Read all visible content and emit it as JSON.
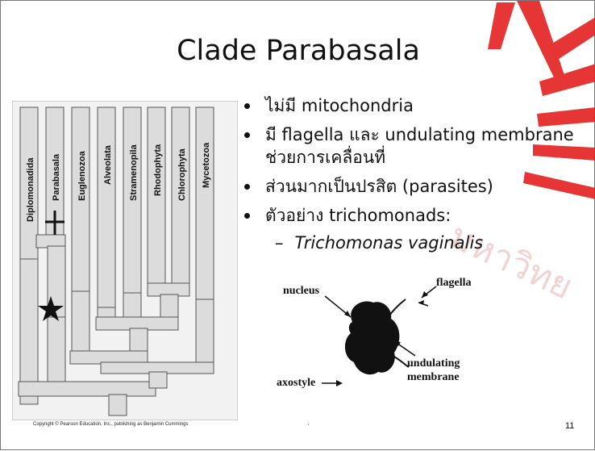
{
  "slide": {
    "title": "Clade Parabasala",
    "bullets": [
      "ไม่มี mitochondria",
      "มี flagella และ undulating membrane ช่วยการเคลื่อนที่",
      "ส่วนมากเป็นปรสิต (parasites)",
      "ตัวอย่าง trichomonads:"
    ],
    "sub_bullet": "Trichomonas vaginalis",
    "sub_dash": "–",
    "page_number": "11",
    "footer_mark": "·",
    "copyright": "Copyright © Pearson Education, Inc., publishing as Benjamin Cummings"
  },
  "tree": {
    "taxa": [
      "Diplomonadida",
      "Parabasala",
      "Euglenozoa",
      "Alveolata",
      "Stramenopila",
      "Rhodophyta",
      "Chlorophyta",
      "Mycetozoa"
    ]
  },
  "figure": {
    "labels": {
      "nucleus": "nucleus",
      "flagella": "flagella",
      "undulating_line1": "undulating",
      "undulating_line2": "membrane",
      "axostyle": "axostyle"
    }
  },
  "watermark": {
    "text": "มหาวิทย",
    "color": "#e32020"
  }
}
